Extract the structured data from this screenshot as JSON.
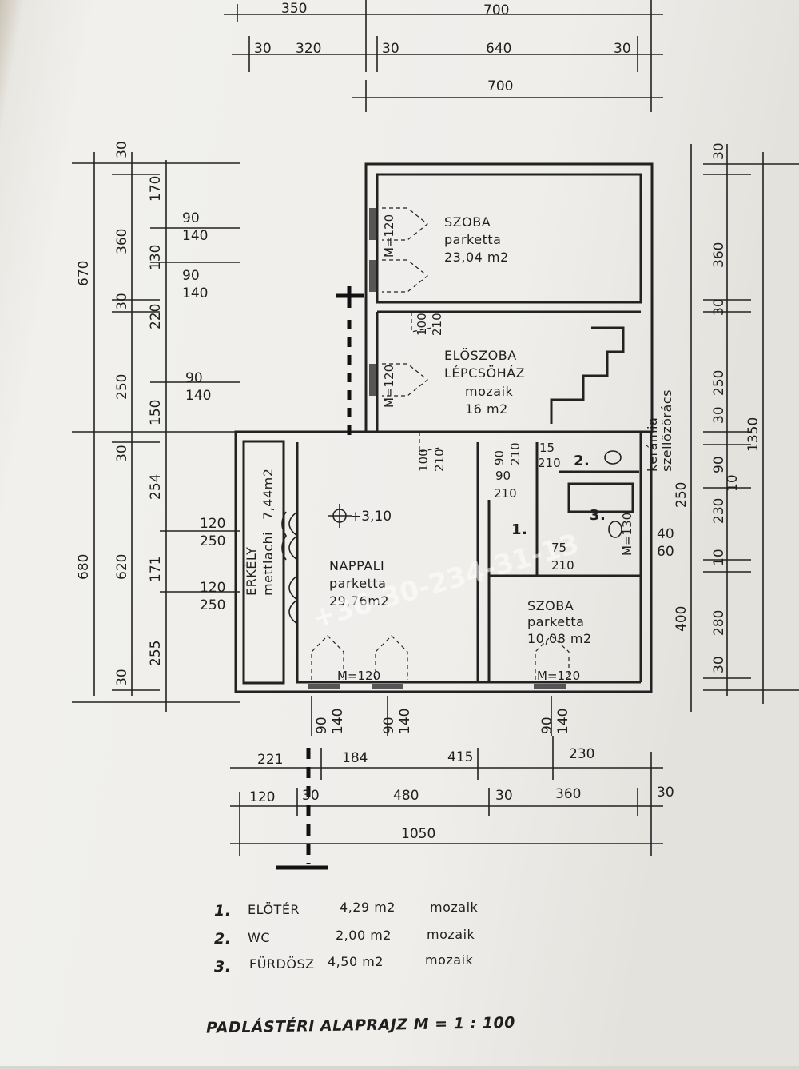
{
  "top_dims": {
    "row1": [
      "350",
      "700"
    ],
    "row2": [
      "30",
      "320",
      "30",
      "640",
      "30"
    ],
    "row3": "700"
  },
  "left_dims": {
    "inner": [
      "30",
      "360",
      "30",
      "250",
      "30",
      "620",
      "30"
    ],
    "mid": [
      "170",
      "130",
      "220",
      "150",
      "254",
      "171",
      "255"
    ],
    "totals": [
      "670",
      "680"
    ],
    "windows": [
      [
        "90",
        "140"
      ],
      [
        "90",
        "140"
      ],
      [
        "90",
        "140"
      ],
      [
        "120",
        "250"
      ],
      [
        "120",
        "250"
      ]
    ]
  },
  "right_dims": {
    "outer": [
      "30",
      "360",
      "30",
      "250",
      "30",
      "90",
      "230",
      "10",
      "280",
      "30"
    ],
    "total": "1350",
    "side": [
      "250",
      "400"
    ],
    "small": [
      "10",
      "40",
      "60"
    ]
  },
  "bottom_dims": {
    "row1": [
      "221",
      "184",
      "415",
      "230"
    ],
    "row2": [
      "120",
      "30",
      "480",
      "30",
      "360",
      "30"
    ],
    "total": "1050",
    "windows": [
      [
        "90",
        "140"
      ],
      [
        "90",
        "140"
      ],
      [
        "90",
        "140"
      ]
    ]
  },
  "rooms": {
    "szoba1": {
      "name": "SZOBA",
      "floor": "parketta",
      "area": "23,04  m2"
    },
    "eloszoba": {
      "name": "ELÖSZOBA",
      "name2": "LÉPCSÖHÁZ",
      "floor": "mozaik",
      "area": "16  m2"
    },
    "nappali": {
      "name": "NAPPALI",
      "floor": "parketta",
      "area": "29,76m2"
    },
    "erkely": {
      "name": "ERKÉLY",
      "floor": "mettlachi",
      "area": "7,44m2"
    },
    "szoba2": {
      "name": "SZOBA",
      "floor": "parketta",
      "area": "10,08  m2"
    },
    "num1": "1.",
    "num2": "2.",
    "num3": "3."
  },
  "openings": {
    "m120": "M=120",
    "m130": "M=130",
    "d100": "100",
    "d210": "210",
    "d90": "90",
    "d75": "75",
    "d15": "15",
    "level": "+3,10"
  },
  "side_note": [
    "kerámia",
    "szellözörács"
  ],
  "legend": [
    {
      "num": "1.",
      "name": "ELÖTÉR",
      "area": "4,29  m2",
      "floor": "mozaik"
    },
    {
      "num": "2.",
      "name": "WC",
      "area": "2,00  m2",
      "floor": "mozaik"
    },
    {
      "num": "3.",
      "name": "FÜRDÖSZ",
      "area": "4,50  m2",
      "floor": "mozaik"
    }
  ],
  "title": "PADLÁSTÉRI ALAPRAJZ  M = 1 : 100",
  "watermark": "+36-30-234-31-13"
}
